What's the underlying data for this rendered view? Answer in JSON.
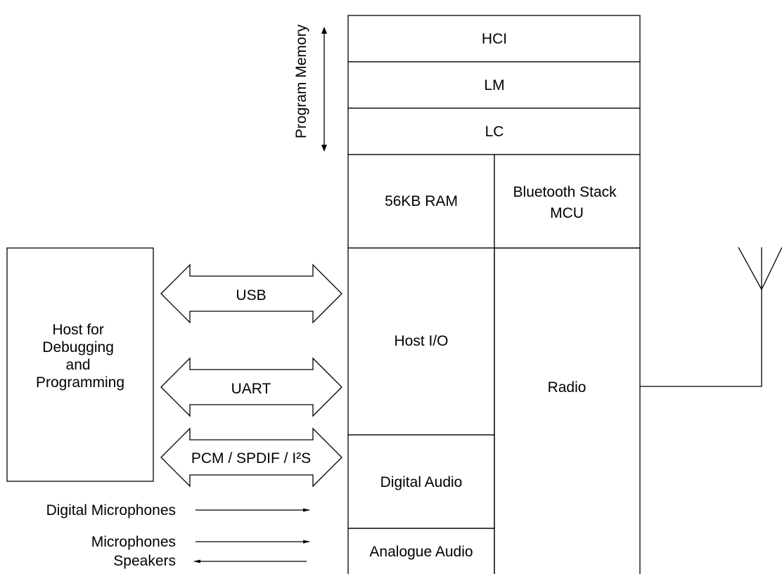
{
  "stack": {
    "hci": "HCI",
    "lm": "LM",
    "lc": "LC",
    "ram": "56KB RAM",
    "mcu": [
      "Bluetooth Stack",
      "MCU"
    ],
    "host_io": "Host I/O",
    "radio": "Radio",
    "digital_audio": "Digital Audio",
    "analogue_audio": "Analogue Audio"
  },
  "program_memory": "Program Memory",
  "host_box": [
    "Host for",
    "Debugging",
    "and",
    "Programming"
  ],
  "buses": {
    "usb": "USB",
    "uart": "UART",
    "pcm": "PCM / SPDIF / I²S"
  },
  "audio_io": {
    "digital_mics": "Digital Microphones",
    "mics": "Microphones",
    "speakers": "Speakers"
  },
  "antenna_icon": "antenna-icon"
}
